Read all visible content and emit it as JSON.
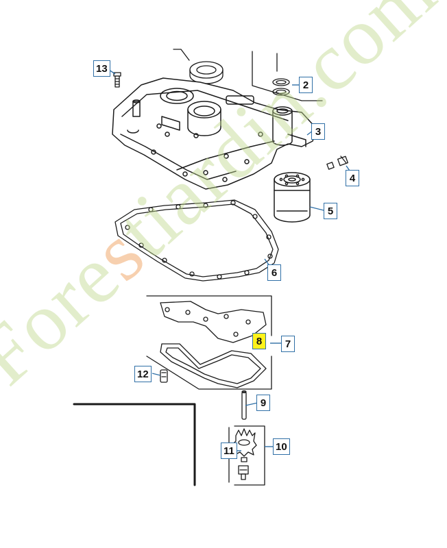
{
  "diagram": {
    "callouts": [
      "13",
      "2",
      "3",
      "4",
      "5",
      "6",
      "7",
      "8",
      "9",
      "10",
      "11",
      "12"
    ],
    "highlighted_callout": "8",
    "highlight_color": "#fff21a",
    "callout_border_color": "#2f6fa6",
    "leader_color": "#2f6fa6"
  },
  "watermark": {
    "prefix": "Fore",
    "accent": "s",
    "suffix": "tiardin.com",
    "color": "#bed78c",
    "accent_color": "#f0aa6e"
  }
}
